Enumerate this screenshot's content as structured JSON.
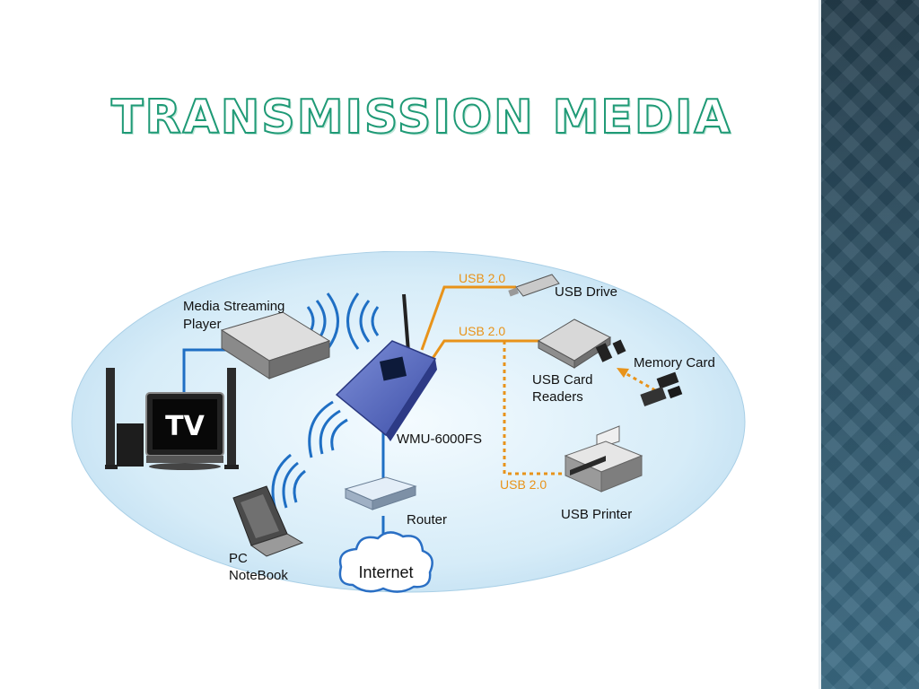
{
  "slide": {
    "title": "TRANSMISSION MEDIA"
  },
  "diagram": {
    "media_player_label_1": "Media Streaming",
    "media_player_label_2": "Player",
    "tv_label": "TV",
    "device_model": "WMU-6000FS",
    "router_label": "Router",
    "internet_label": "Internet",
    "notebook_label_1": "PC",
    "notebook_label_2": "NoteBook",
    "usb_label_drive": "USB 2.0",
    "usb_label_reader": "USB 2.0",
    "usb_label_printer": "USB 2.0",
    "usb_drive_label": "USB Drive",
    "card_reader_label_1": "USB Card",
    "card_reader_label_2": "Readers",
    "memory_card_label": "Memory Card",
    "printer_label": "USB Printer"
  },
  "colors": {
    "title_outline": "#1f9a76",
    "usb_cable": "#e8931a",
    "lan_cable": "#1f6fc4",
    "ellipse_fill": "#d6ecf8",
    "side_panel": "#2f5468"
  }
}
